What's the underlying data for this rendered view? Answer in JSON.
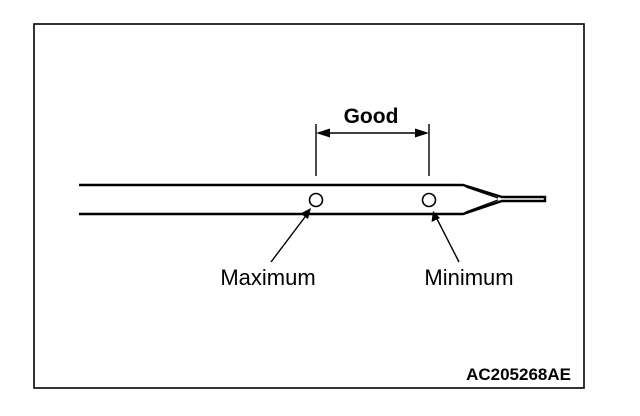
{
  "figure": {
    "range_label": "Good",
    "max_label": "Maximum",
    "min_label": "Minimum",
    "figure_code": "AC205268AE"
  },
  "colors": {
    "ink": "#000000",
    "background": "#ffffff"
  }
}
